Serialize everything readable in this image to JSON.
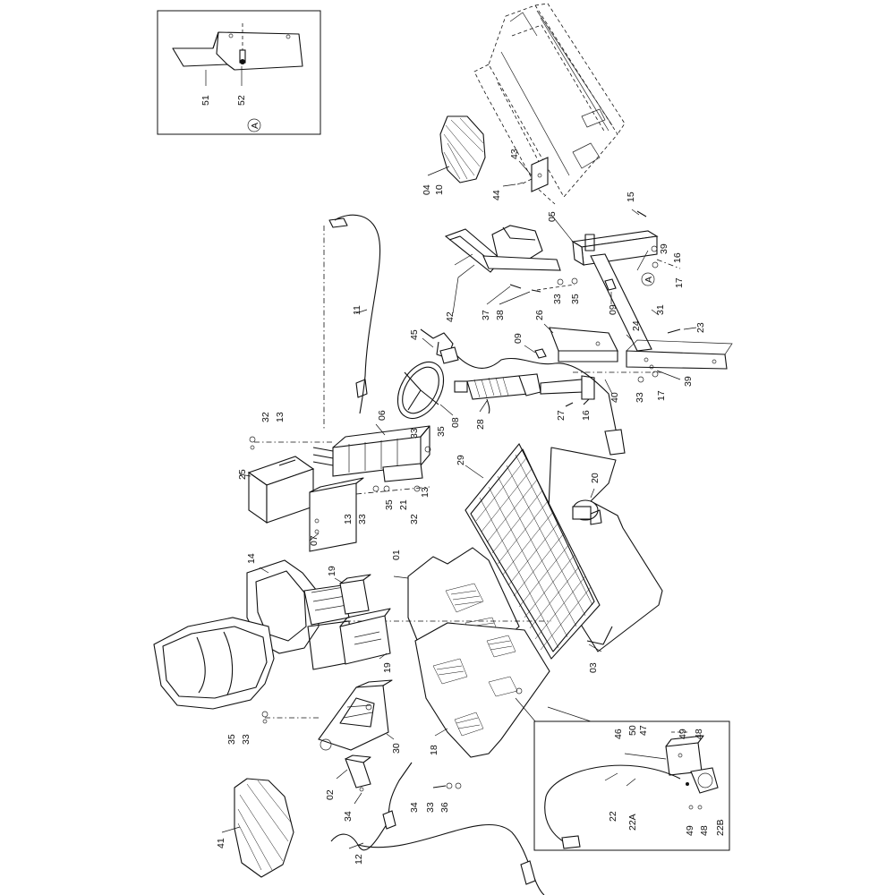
{
  "labels": {
    "l51": "51",
    "l52": "52",
    "callout_a_top": "A",
    "l04": "04",
    "l10": "10",
    "l43": "43",
    "l44": "44",
    "l15": "15",
    "l05": "05",
    "l39a": "39",
    "l16a": "16",
    "l17a": "17",
    "callout_a_mid": "A",
    "l42": "42",
    "l37": "37",
    "l38": "38",
    "l33a": "33",
    "l35a": "35",
    "l09a": "09",
    "l31": "31",
    "l23": "23",
    "l24": "24",
    "l26": "26",
    "l09b": "09",
    "l11": "11",
    "l45": "45",
    "l08": "08",
    "l28": "28",
    "l40": "40",
    "l33b": "33",
    "l17b": "17",
    "l39b": "39",
    "l27": "27",
    "l16b": "16",
    "l32a": "32",
    "l13a": "13",
    "l06": "06",
    "l33c": "33",
    "l35b": "35",
    "l25": "25",
    "l13b": "13",
    "l33d": "33",
    "l35c": "35",
    "l21": "21",
    "l32b": "32",
    "l13c": "13",
    "l07": "07",
    "l29": "29",
    "l20": "20",
    "l14": "14",
    "l19a": "19",
    "l19b": "19",
    "l01": "01",
    "l03": "03",
    "l35d": "35",
    "l33e": "33",
    "l30": "30",
    "l18": "18",
    "l46": "46",
    "l50": "50",
    "l47": "47",
    "l49a": "49",
    "l48a": "48",
    "l22": "22",
    "l22a": "22A",
    "l49b": "49",
    "l48b": "48",
    "l22b": "22B",
    "l02": "02",
    "l34a": "34",
    "l34b": "34",
    "l33f": "33",
    "l36": "36",
    "l41": "41",
    "l12": "12"
  }
}
